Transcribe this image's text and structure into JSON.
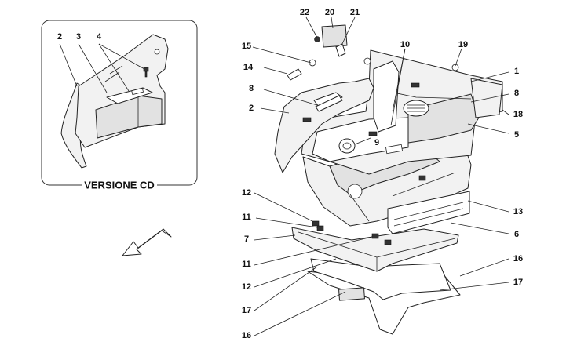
{
  "inset": {
    "caption": "VERSIONE CD",
    "callouts": [
      "2",
      "3",
      "4"
    ]
  },
  "callouts": {
    "c22": "22",
    "c20": "20",
    "c21": "21",
    "c15": "15",
    "c10": "10",
    "c19": "19",
    "c14": "14",
    "c1": "1",
    "c8a": "8",
    "c8b": "8",
    "c18": "18",
    "c2": "2",
    "c9": "9",
    "c5": "5",
    "c12a": "12",
    "c13": "13",
    "c11a": "11",
    "c6": "6",
    "c7": "7",
    "c11b": "11",
    "c16a": "16",
    "c12b": "12",
    "c17a": "17",
    "c17b": "17",
    "c16b": "16"
  }
}
